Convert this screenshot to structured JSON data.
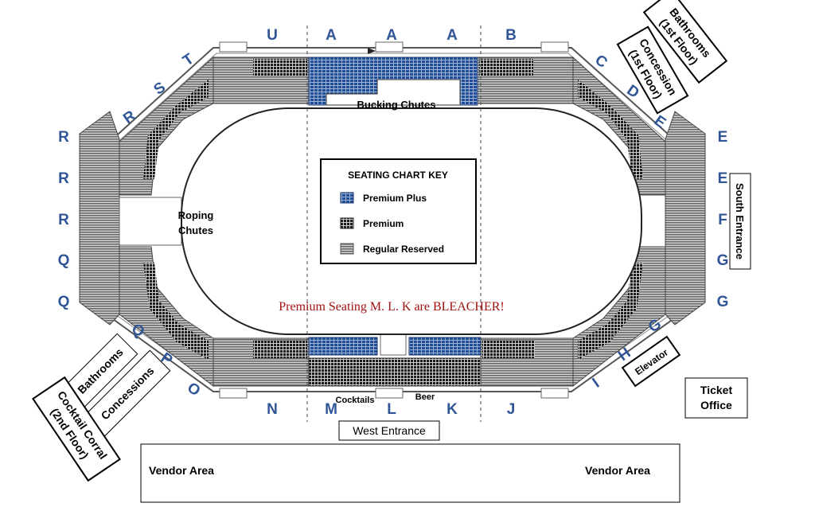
{
  "arena": {
    "section_letters_top": [
      "U",
      "A",
      "A",
      "A",
      "B"
    ],
    "section_letters_upper_right": [
      "C",
      "D",
      "E"
    ],
    "section_letters_right": [
      "E",
      "E",
      "F",
      "G",
      "G"
    ],
    "section_letters_lower_right": [
      "G",
      "H",
      "I"
    ],
    "section_letters_bottom": [
      "N",
      "M",
      "L",
      "K",
      "J"
    ],
    "section_letters_lower_left": [
      "O",
      "P",
      "Q"
    ],
    "section_letters_left": [
      "R",
      "R",
      "R",
      "Q",
      "Q"
    ],
    "section_letters_upper_left": [
      "R",
      "S",
      "T"
    ],
    "bucking_chutes": "Bucking Chutes",
    "roping_chutes_line1": "Roping",
    "roping_chutes_line2": "Chutes",
    "notice": "Premium Seating M. L. K are BLEACHER!",
    "cocktails": "Cocktails",
    "beer": "Beer"
  },
  "legend": {
    "title": "SEATING CHART KEY",
    "items": [
      {
        "label": "Premium Plus",
        "color": "#1f4e96"
      },
      {
        "label": "Premium",
        "color": "#222222"
      },
      {
        "label": "Regular Reserved",
        "color": "#777777"
      }
    ]
  },
  "facilities": {
    "bathrooms_first_line1": "Bathrooms",
    "bathrooms_first_line2": "(1st Floor)",
    "concession_first_line1": "Concession",
    "concession_first_line2": "(1st Floor)",
    "south_entrance": "South Entrance",
    "elevator": "Elevator",
    "ticket_office_line1": "Ticket",
    "ticket_office_line2": "Office",
    "bathrooms_lower": "Bathrooms",
    "concessions_lower": "Concessions",
    "cocktail_corral_line1": "Cocktail Corral",
    "cocktail_corral_line2": "(2nd Floor)",
    "west_entrance": "West  Entrance",
    "vendor_left": "Vendor  Area",
    "vendor_right": "Vendor Area"
  },
  "colors": {
    "section_letter": "#2f5597",
    "premium_plus": "#1f4e96",
    "premium": "#222222",
    "regular": "#777777",
    "notice": "#a01010"
  }
}
